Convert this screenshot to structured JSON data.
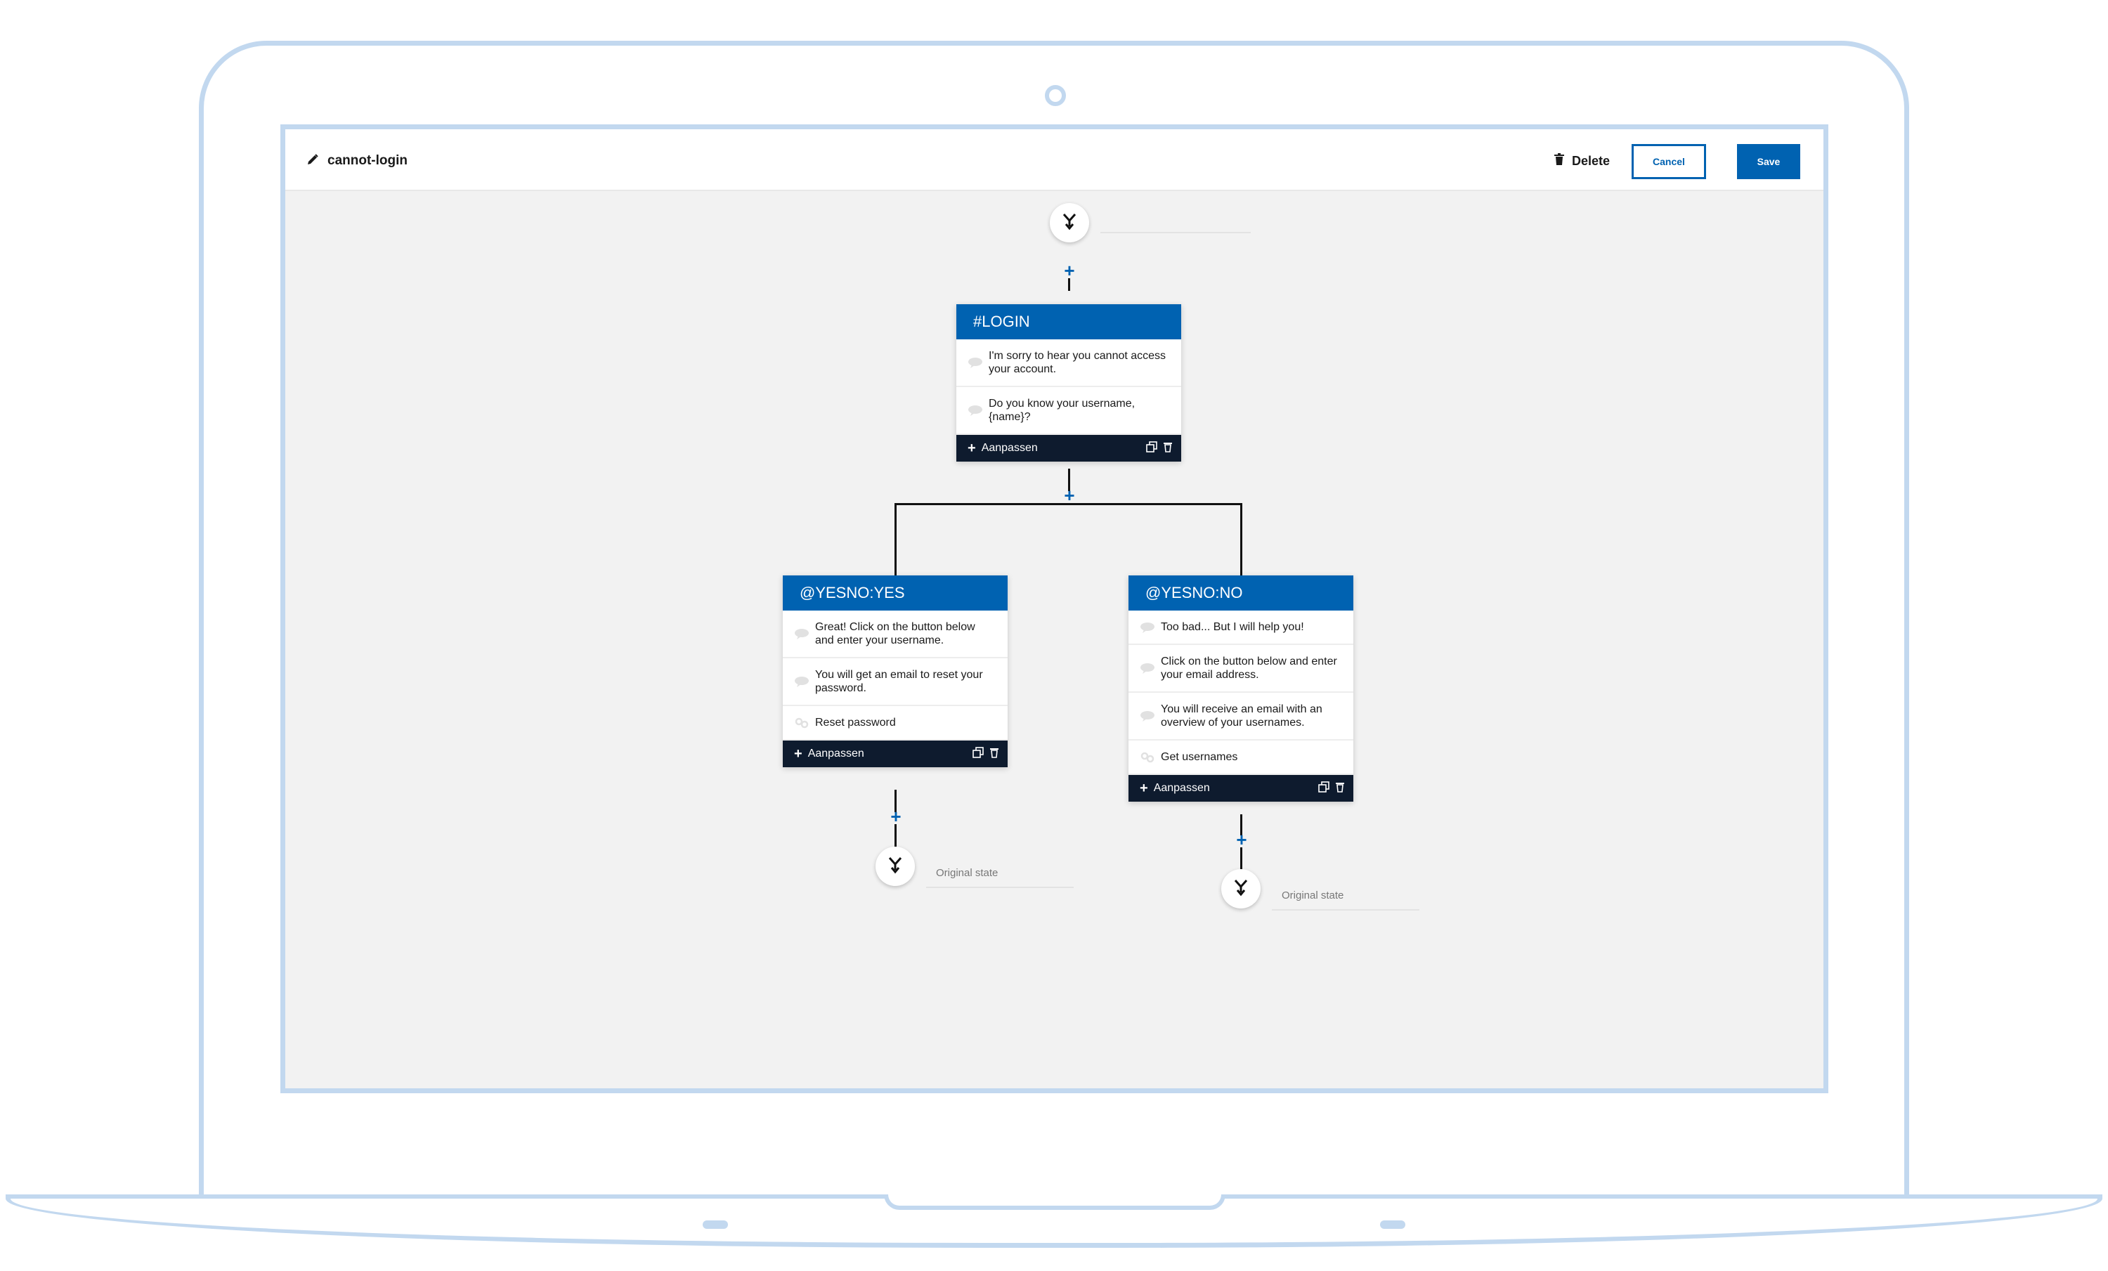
{
  "header": {
    "title": "cannot-login",
    "delete_label": "Delete",
    "cancel_label": "Cancel",
    "save_label": "Save"
  },
  "colors": {
    "accent": "#0062b1",
    "node_footer": "#0e1b2e",
    "canvas": "#f2f2f2",
    "device_outline": "#c2d8ef"
  },
  "nodes": [
    {
      "title": "#LOGIN",
      "rows": [
        {
          "icon": "speech-bubble-icon",
          "text": "I'm sorry to hear you cannot access your account."
        },
        {
          "icon": "speech-bubble-icon",
          "text": "Do you know your username, {name}?"
        }
      ],
      "footer_label": "Aanpassen"
    },
    {
      "title": "@YESNO:YES",
      "rows": [
        {
          "icon": "speech-bubble-icon",
          "text": "Great! Click on the button below and enter your username."
        },
        {
          "icon": "speech-bubble-icon",
          "text": "You will get an email to reset your password."
        },
        {
          "icon": "link-icon",
          "text": "Reset password"
        }
      ],
      "footer_label": "Aanpassen"
    },
    {
      "title": "@YESNO:NO",
      "rows": [
        {
          "icon": "speech-bubble-icon",
          "text": "Too bad... But I will help you!"
        },
        {
          "icon": "speech-bubble-icon",
          "text": "Click on the button below and enter your email address."
        },
        {
          "icon": "speech-bubble-icon",
          "text": "You will receive an email with an overview of your usernames."
        },
        {
          "icon": "link-icon",
          "text": "Get usernames"
        }
      ],
      "footer_label": "Aanpassen"
    }
  ],
  "end_states": [
    {
      "label": "Original state"
    },
    {
      "label": "Original state"
    }
  ]
}
